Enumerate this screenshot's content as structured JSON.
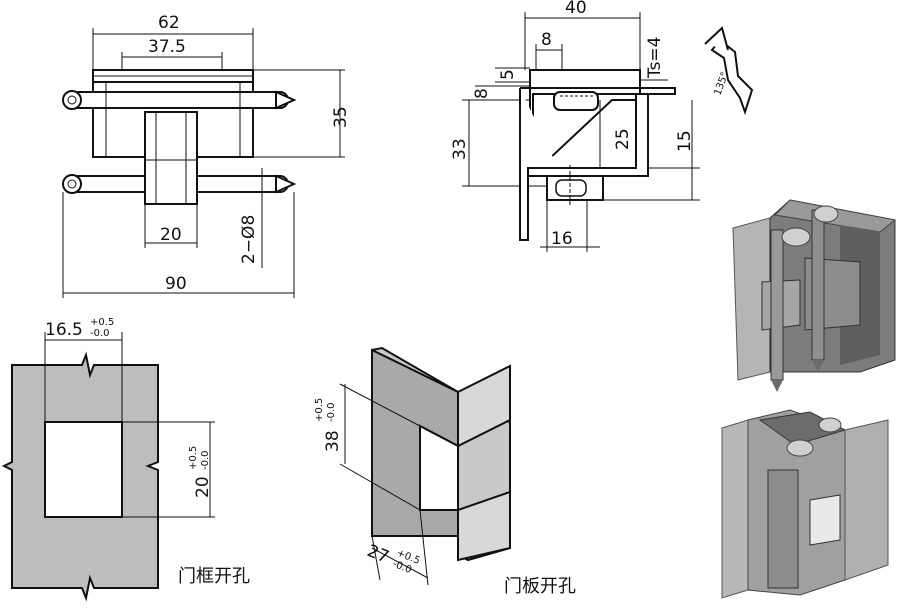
{
  "front_view": {
    "dim_overall_width": "62",
    "dim_inner_width": "37.5",
    "dim_height": "35",
    "dim_leaf_width": "20",
    "dim_hole": "2−Ø8",
    "dim_total_length": "90"
  },
  "side_view": {
    "dim_width": "40",
    "dim_8": "8",
    "dim_ts": "Ts=4",
    "dim_5": "5",
    "dim_8b": "8",
    "dim_33": "33",
    "dim_25": "25",
    "dim_15": "15",
    "dim_16": "16",
    "dim_angle": "135°"
  },
  "door_frame_cutout": {
    "dim_width": "16.5",
    "tol_width_upper": "+0.5",
    "tol_width_lower": "-0.0",
    "dim_height": "20",
    "tol_height_upper": "+0.5",
    "tol_height_lower": "-0.0",
    "caption": "门框开孔"
  },
  "door_panel_cutout": {
    "dim_height": "38",
    "tol_height_upper": "+0.5",
    "tol_height_lower": "-0.0",
    "dim_width": "27",
    "tol_width_upper": "+0.5",
    "tol_width_lower": "-0.0",
    "caption": "门板开孔"
  }
}
